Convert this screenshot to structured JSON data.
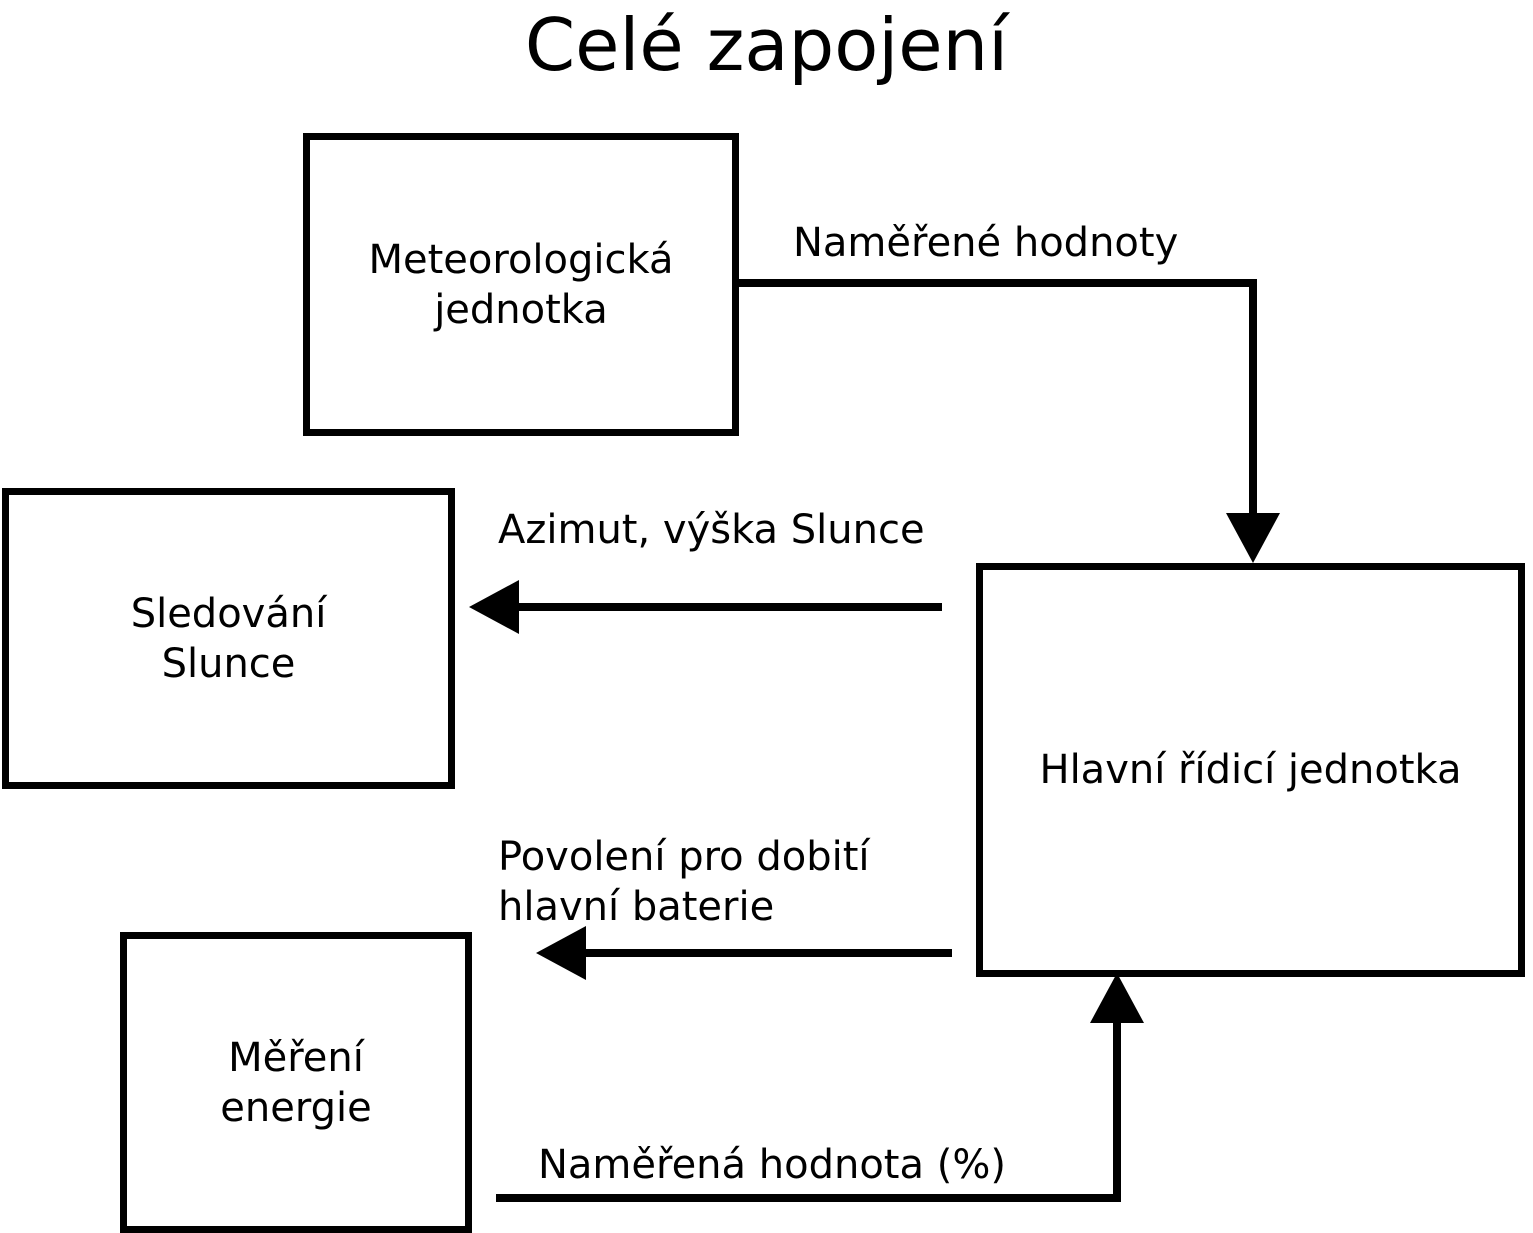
{
  "diagram": {
    "title": "Celé zapojení",
    "type": "block-diagram",
    "language": "cs",
    "colors": {
      "background": "#ffffff",
      "stroke": "#000000",
      "text": "#000000"
    },
    "nodes": [
      {
        "id": "meteo",
        "label": "Meteorologická\njednotka"
      },
      {
        "id": "sun-tracking",
        "label": "Sledování\nSlunce"
      },
      {
        "id": "main-control",
        "label": "Hlavní řídicí jednotka"
      },
      {
        "id": "energy-measure",
        "label": "Měření\nenergie"
      }
    ],
    "edges": [
      {
        "id": "meteo-to-main",
        "from": "meteo",
        "to": "main-control",
        "label": "Naměřené hodnoty",
        "direction": "down"
      },
      {
        "id": "main-to-sun",
        "from": "main-control",
        "to": "sun-tracking",
        "label": "Azimut, výška Slunce",
        "direction": "left"
      },
      {
        "id": "main-to-energy",
        "from": "main-control",
        "to": "energy-measure",
        "label": "Povolení pro dobití\nhlavní baterie",
        "direction": "left"
      },
      {
        "id": "energy-to-main",
        "from": "energy-measure",
        "to": "main-control",
        "label": "Naměřená hodnota (%)",
        "direction": "up"
      }
    ]
  }
}
